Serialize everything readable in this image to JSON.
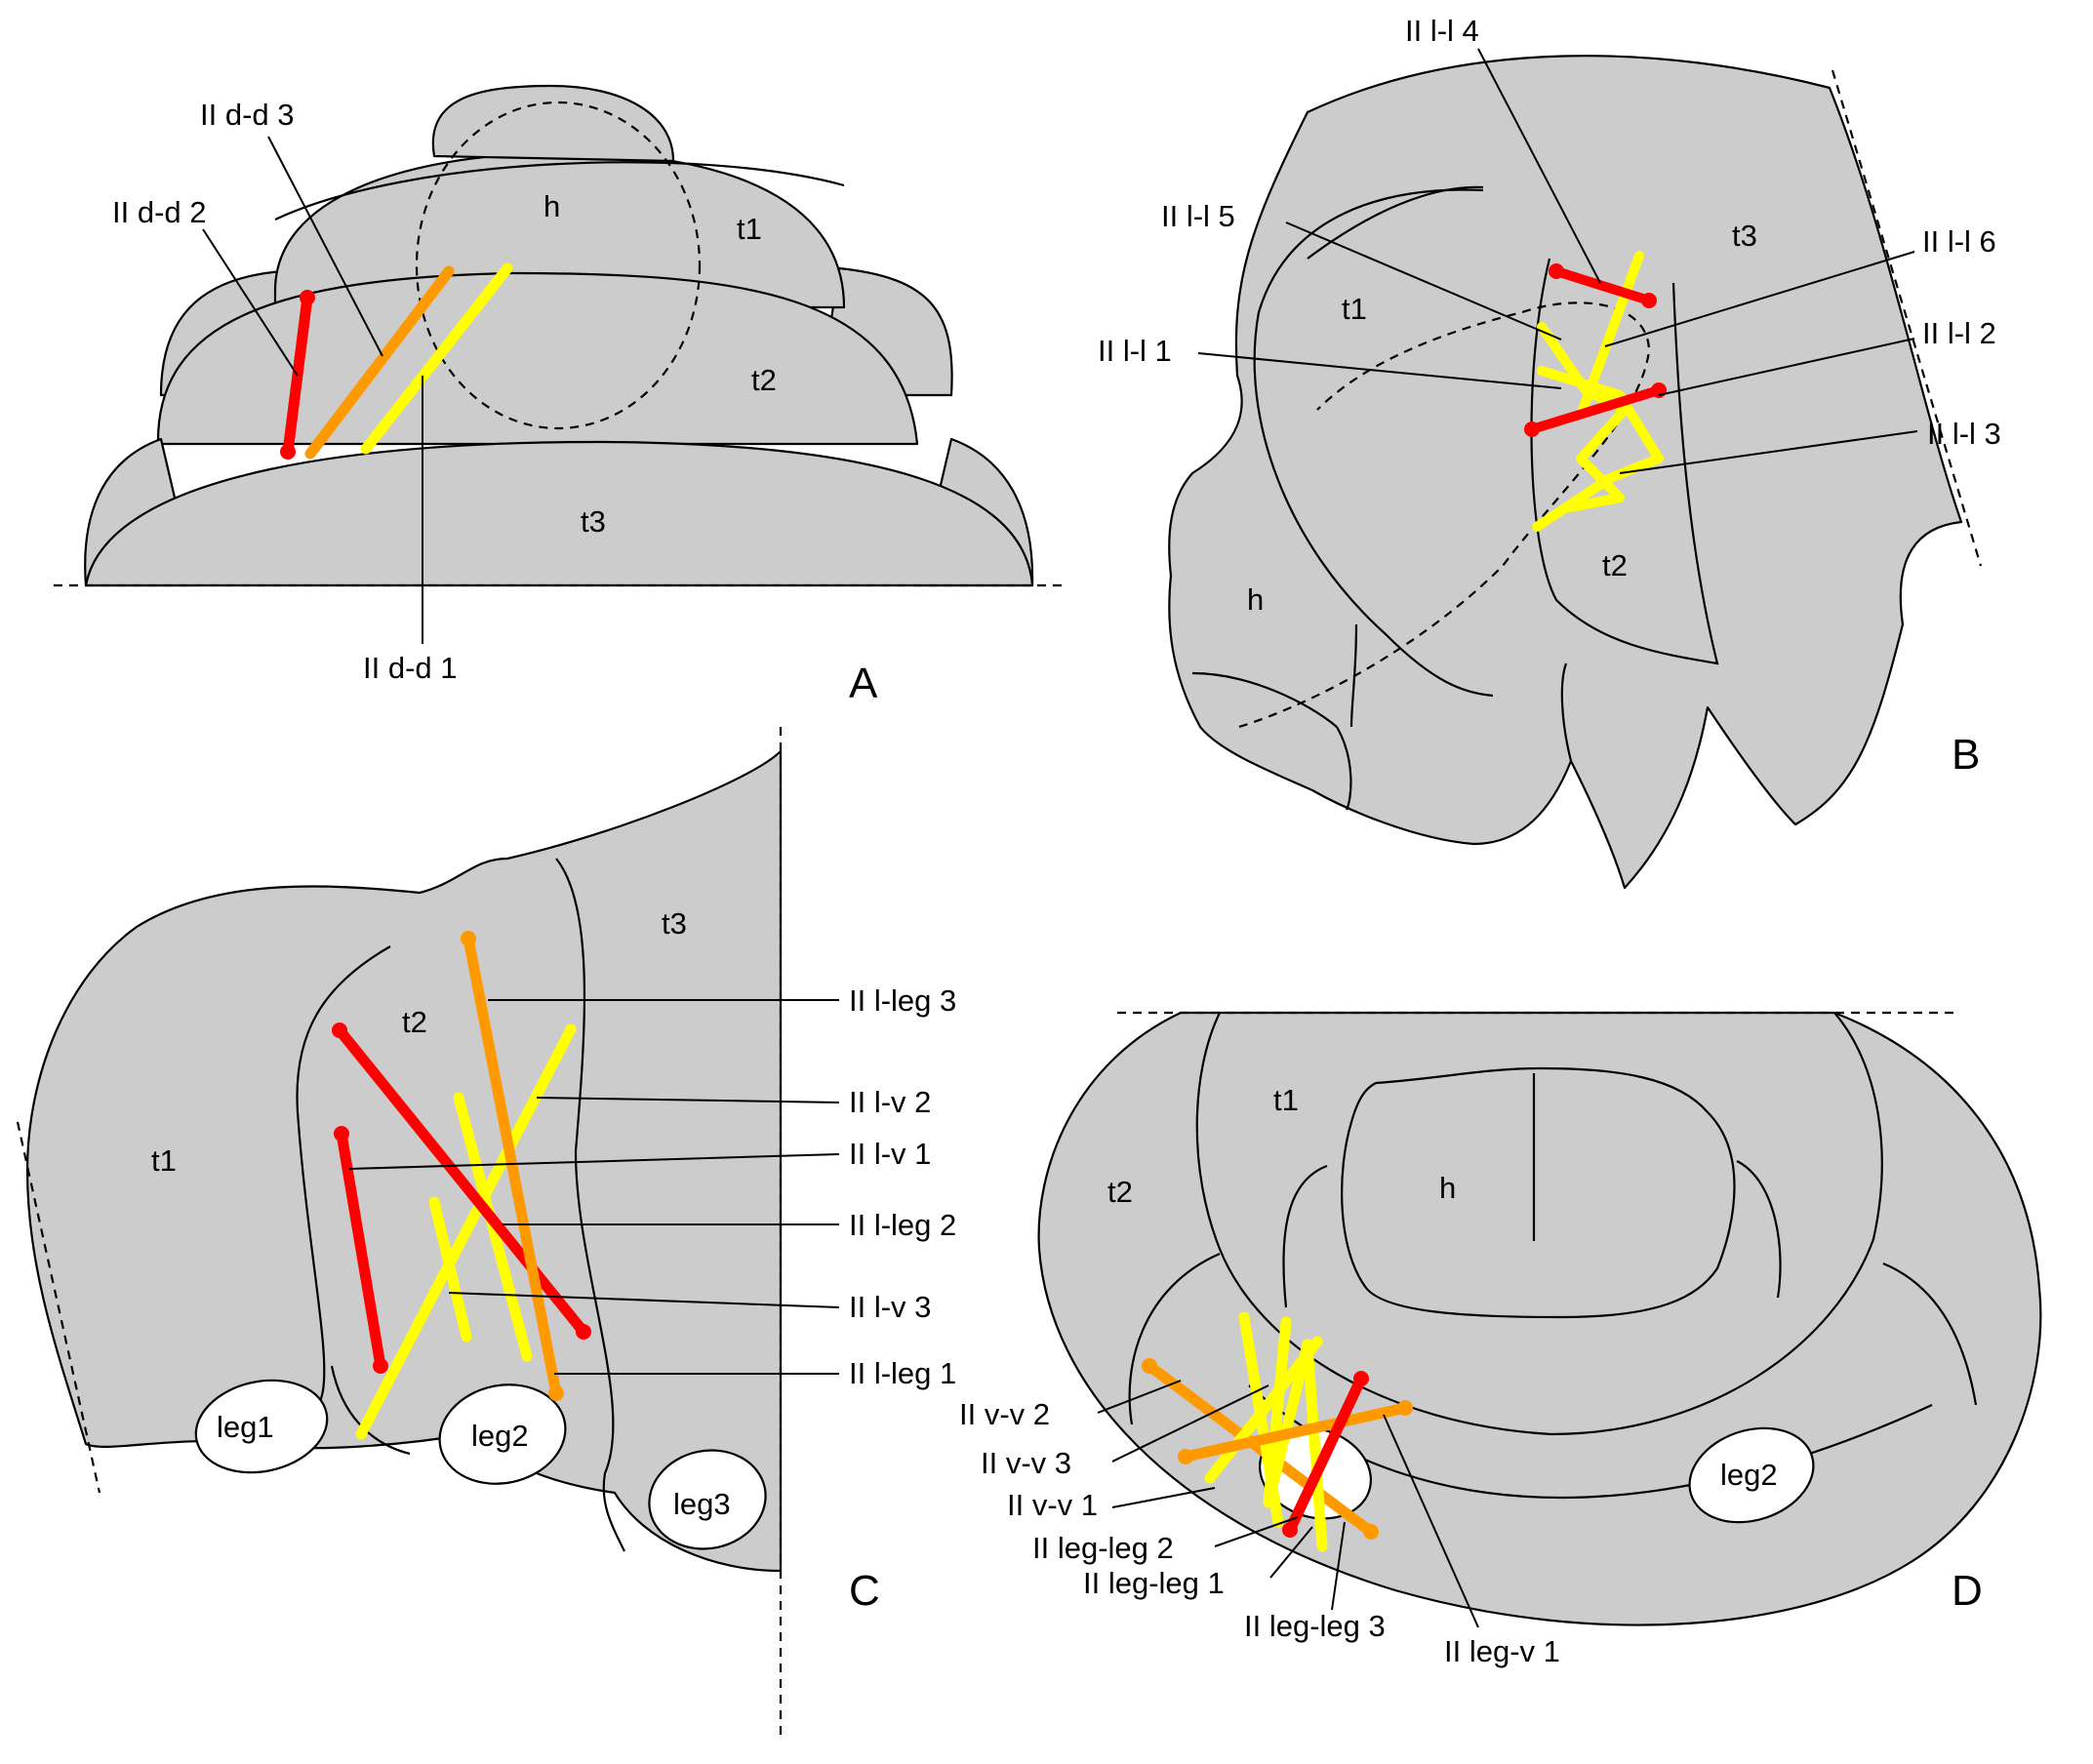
{
  "colors": {
    "segment_fill": "#cccccc",
    "red": "#ff0000",
    "orange": "#ff9900",
    "yellow": "#ffff00"
  },
  "panels": {
    "A": {
      "letter": "A",
      "labels": {
        "h": "h",
        "t1": "t1",
        "t2": "t2",
        "t3": "t3"
      },
      "muscles": [
        {
          "name": "II d-d 1",
          "color": "yellow"
        },
        {
          "name": "II d-d 2",
          "color": "red"
        },
        {
          "name": "II d-d 3",
          "color": "orange"
        }
      ]
    },
    "B": {
      "letter": "B",
      "labels": {
        "h": "h",
        "t1": "t1",
        "t2": "t2",
        "t3": "t3"
      },
      "muscles": [
        {
          "name": "II l-l 1",
          "color": "yellow"
        },
        {
          "name": "II l-l 2",
          "color": "red"
        },
        {
          "name": "II l-l 3",
          "color": "yellow"
        },
        {
          "name": "II l-l 4",
          "color": "red"
        },
        {
          "name": "II l-l 5",
          "color": "yellow"
        },
        {
          "name": "II l-l 6",
          "color": "yellow"
        }
      ]
    },
    "C": {
      "letter": "C",
      "labels": {
        "t1": "t1",
        "t2": "t2",
        "t3": "t3",
        "leg1": "leg1",
        "leg2": "leg2",
        "leg3": "leg3"
      },
      "muscles": [
        {
          "name": "II l-leg 3",
          "color": "orange"
        },
        {
          "name": "II l-v 2",
          "color": "yellow"
        },
        {
          "name": "II l-v 1",
          "color": "red"
        },
        {
          "name": "II l-leg 2",
          "color": "red"
        },
        {
          "name": "II l-v 3",
          "color": "yellow"
        },
        {
          "name": "II l-leg 1",
          "color": "orange"
        }
      ]
    },
    "D": {
      "letter": "D",
      "labels": {
        "h": "h",
        "t1": "t1",
        "t2": "t2",
        "leg2": "leg2"
      },
      "muscles": [
        {
          "name": "II v-v 2",
          "color": "orange"
        },
        {
          "name": "II v-v 3",
          "color": "yellow"
        },
        {
          "name": "II v-v 1",
          "color": "yellow"
        },
        {
          "name": "II leg-leg 2",
          "color": "red"
        },
        {
          "name": "II leg-leg 1",
          "color": "yellow"
        },
        {
          "name": "II leg-leg 3",
          "color": "orange"
        },
        {
          "name": "II leg-v 1",
          "color": "orange"
        }
      ]
    }
  }
}
